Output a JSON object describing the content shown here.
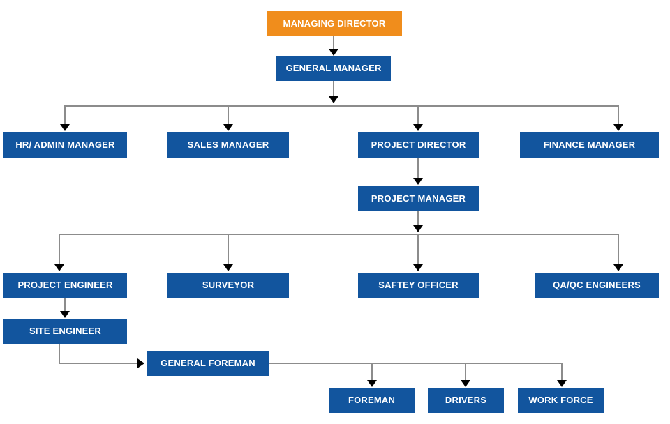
{
  "chart_data": {
    "type": "diagram",
    "diagram_kind": "organization-chart",
    "title": "",
    "colors": {
      "root_box": "#F08D1C",
      "box": "#12559E",
      "box_text": "#FFFFFF",
      "connector": "#8C8C8C",
      "arrowhead": "#000000",
      "background": "#FFFFFF"
    },
    "nodes": [
      {
        "id": "managing-director",
        "label": "MANAGING DIRECTOR",
        "level": 1,
        "color": "#F08D1C"
      },
      {
        "id": "general-manager",
        "label": "GENERAL MANAGER",
        "level": 2,
        "color": "#12559E"
      },
      {
        "id": "hr-admin-manager",
        "label": "HR/ ADMIN MANAGER",
        "level": 3,
        "color": "#12559E"
      },
      {
        "id": "sales-manager",
        "label": "SALES MANAGER",
        "level": 3,
        "color": "#12559E"
      },
      {
        "id": "project-director",
        "label": "PROJECT DIRECTOR",
        "level": 3,
        "color": "#12559E"
      },
      {
        "id": "finance-manager",
        "label": "FINANCE MANAGER",
        "level": 3,
        "color": "#12559E"
      },
      {
        "id": "project-manager",
        "label": "PROJECT MANAGER",
        "level": 4,
        "color": "#12559E"
      },
      {
        "id": "project-engineer",
        "label": "PROJECT ENGINEER",
        "level": 5,
        "color": "#12559E"
      },
      {
        "id": "surveyor",
        "label": "SURVEYOR",
        "level": 5,
        "color": "#12559E"
      },
      {
        "id": "saftey-officer",
        "label": "SAFTEY OFFICER",
        "level": 5,
        "color": "#12559E"
      },
      {
        "id": "qa-qc-engineers",
        "label": "QA/QC ENGINEERS",
        "level": 5,
        "color": "#12559E"
      },
      {
        "id": "site-engineer",
        "label": "SITE ENGINEER",
        "level": 6,
        "color": "#12559E"
      },
      {
        "id": "general-foreman",
        "label": "GENERAL FOREMAN",
        "level": 7,
        "color": "#12559E"
      },
      {
        "id": "foreman",
        "label": "FOREMAN",
        "level": 8,
        "color": "#12559E"
      },
      {
        "id": "drivers",
        "label": "DRIVERS",
        "level": 8,
        "color": "#12559E"
      },
      {
        "id": "work-force",
        "label": "WORK FORCE",
        "level": 8,
        "color": "#12559E"
      }
    ],
    "edges": [
      {
        "from": "managing-director",
        "to": "general-manager"
      },
      {
        "from": "general-manager",
        "to": "hr-admin-manager"
      },
      {
        "from": "general-manager",
        "to": "sales-manager"
      },
      {
        "from": "general-manager",
        "to": "project-director"
      },
      {
        "from": "general-manager",
        "to": "finance-manager"
      },
      {
        "from": "project-director",
        "to": "project-manager"
      },
      {
        "from": "project-manager",
        "to": "project-engineer"
      },
      {
        "from": "project-manager",
        "to": "surveyor"
      },
      {
        "from": "project-manager",
        "to": "saftey-officer"
      },
      {
        "from": "project-manager",
        "to": "qa-qc-engineers"
      },
      {
        "from": "project-engineer",
        "to": "site-engineer"
      },
      {
        "from": "site-engineer",
        "to": "general-foreman"
      },
      {
        "from": "general-foreman",
        "to": "foreman"
      },
      {
        "from": "general-foreman",
        "to": "drivers"
      },
      {
        "from": "general-foreman",
        "to": "work-force"
      }
    ]
  },
  "nodes": {
    "managing_director": "MANAGING DIRECTOR",
    "general_manager": "GENERAL MANAGER",
    "hr_admin_manager": "HR/ ADMIN MANAGER",
    "sales_manager": "SALES MANAGER",
    "project_director": "PROJECT DIRECTOR",
    "finance_manager": "FINANCE MANAGER",
    "project_manager": "PROJECT MANAGER",
    "project_engineer": "PROJECT ENGINEER",
    "surveyor": "SURVEYOR",
    "saftey_officer": "SAFTEY OFFICER",
    "qa_qc_engineers": "QA/QC ENGINEERS",
    "site_engineer": "SITE ENGINEER",
    "general_foreman": "GENERAL FOREMAN",
    "foreman": "FOREMAN",
    "drivers": "DRIVERS",
    "work_force": "WORK FORCE"
  }
}
